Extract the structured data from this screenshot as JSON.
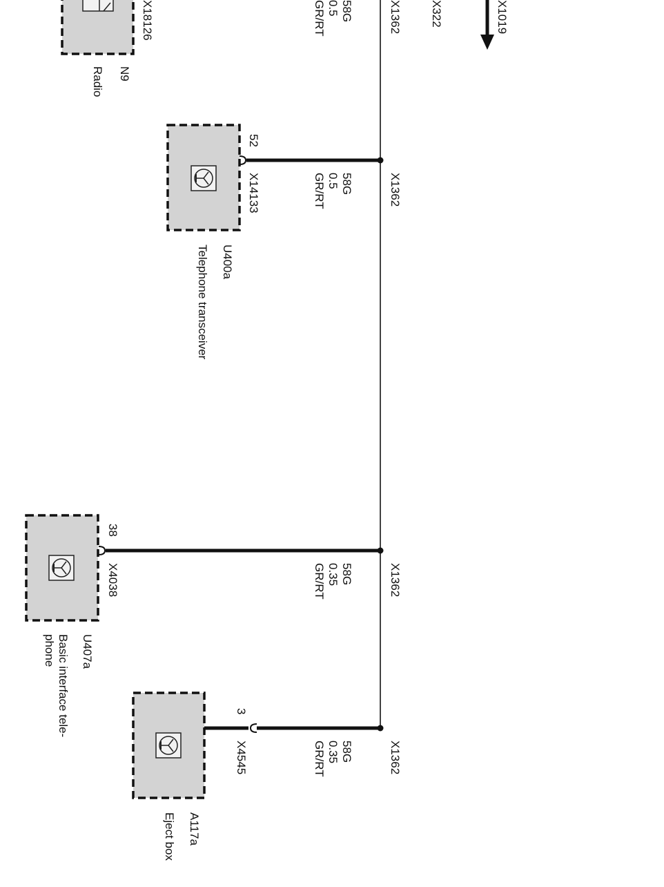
{
  "bus": {
    "connector": "X1362"
  },
  "top": {
    "connector_a": "X322",
    "connector_b": "X1019"
  },
  "components": [
    {
      "id": "N9",
      "name": "Radio",
      "connector": "X18126",
      "pin": "",
      "wire": {
        "code": "58G",
        "size": "0.5",
        "color": "GR/RT"
      }
    },
    {
      "id": "U400a",
      "name": "Telephone transceiver",
      "connector": "X14133",
      "pin": "52",
      "wire": {
        "code": "58G",
        "size": "0.5",
        "color": "GR/RT"
      }
    },
    {
      "id": "U407a",
      "name_line1": "Basic interface tele-",
      "name_line2": "phone",
      "connector": "X4038",
      "pin": "38",
      "wire": {
        "code": "58G",
        "size": "0.35",
        "color": "GR/RT"
      }
    },
    {
      "id": "A117a",
      "name": "Eject box",
      "connector": "X4545",
      "pin": "3",
      "wire": {
        "code": "58G",
        "size": "0.35",
        "color": "GR/RT"
      }
    }
  ],
  "colors": {
    "box_fill": "#d3d3d3",
    "line": "#111111"
  },
  "icons": [
    "transistor-icon",
    "radio-icon",
    "arrow-down-icon"
  ]
}
